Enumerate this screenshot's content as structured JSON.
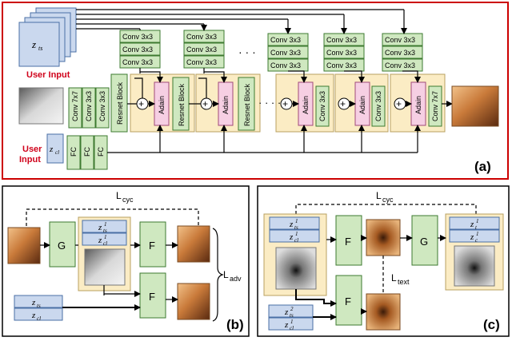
{
  "panel_a": {
    "panel_label": "(a)",
    "z_ts_label": "z_ts",
    "z_ts_main": "z",
    "z_ts_sub": "ts",
    "z_cl_main": "z",
    "z_cl_sub": "cl",
    "user_input_top": "User Input",
    "user_input_bottom_line1": "User",
    "user_input_bottom_line2": "Input",
    "conv3x3": "Conv 3x3",
    "conv7x7": "Conv 7x7",
    "resnet_block": "Resnet Block",
    "adain": "Adain",
    "fc": "FC",
    "plus": "+",
    "ellipsis": "· · ·",
    "ellipsis_mid": "· · · ·"
  },
  "panel_b": {
    "panel_label": "(b)",
    "l_cyc_main": "L",
    "l_cyc_sub": "cyc",
    "l_adv_main": "L",
    "l_adv_sub": "adv",
    "g": "G",
    "f": "F",
    "z_ts_1": "z",
    "z_ts_1_sub": "ts",
    "z_ts_1_sup": "1",
    "z_cl_1": "z",
    "z_cl_1_sub": "cl",
    "z_cl_1_sup": "1",
    "z_ts": "z",
    "z_ts_sub": "ts",
    "z_cl": "z",
    "z_cl_sub": "cl"
  },
  "panel_c": {
    "panel_label": "(c)",
    "l_cyc_main": "L",
    "l_cyc_sub": "cyc",
    "l_text_main": "L",
    "l_text_sub": "text",
    "g": "G",
    "f": "F",
    "z": "z",
    "sub_ts": "ts",
    "sub_cl": "cl",
    "sub_t": "t",
    "sub_c": "c",
    "sup1": "1",
    "sup2": "2"
  },
  "colors": {
    "green": "#4a8a3a",
    "green_fill": "#cfe8c0",
    "blue_fill": "#cad8ee",
    "pink_fill": "#f6cfe3",
    "tan_fill": "#fbecc4",
    "red_border": "#cc0000",
    "text_red": "#d0021b"
  }
}
